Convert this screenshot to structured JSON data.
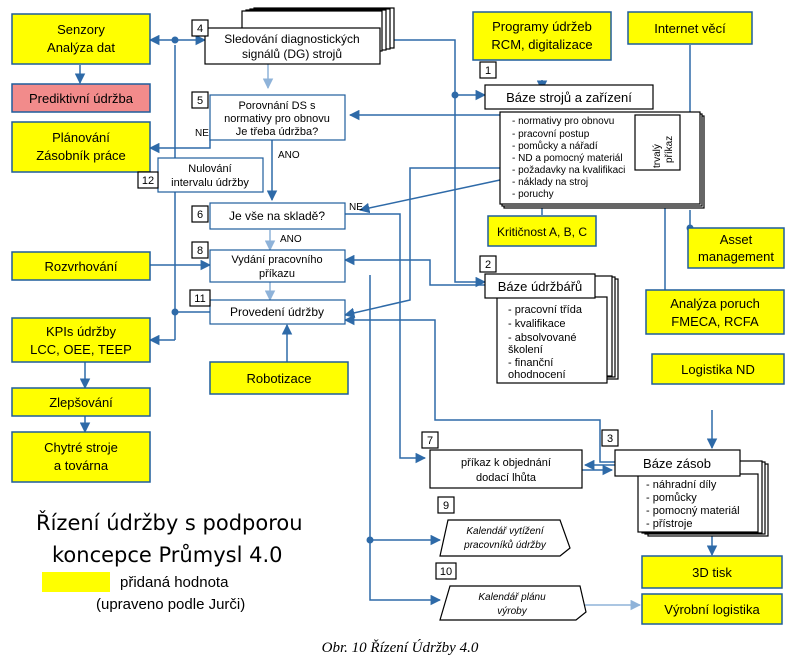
{
  "nodes": {
    "senzory": [
      "Senzory",
      "Analýza dat"
    ],
    "prediktivni": "Prediktivní údržba",
    "planovani": [
      "Plánování",
      "Zásobník práce"
    ],
    "rozvrhovani": "Rozvrhování",
    "kpis": [
      "KPIs údržby",
      "LCC, OEE, TEEP"
    ],
    "zlepsovani": "Zlepšování",
    "chytre": [
      "Chytré stroje",
      "a továrna"
    ],
    "programy": [
      "Programy údržeb",
      "RCM, digitalizace"
    ],
    "internet": "Internet věcí",
    "sledovani": [
      "Sledování diagnostických",
      "signálů (DG) strojů"
    ],
    "porovnani": [
      "Porovnání DS s",
      "normativy pro obnovu",
      "Je třeba údržba?"
    ],
    "nulovani": [
      "Nulování",
      "intervalu údržby"
    ],
    "je_vse": "Je vše na skladě?",
    "vydani": [
      "Vydání pracovního",
      "příkazu"
    ],
    "provedeni": "Provedení údržby",
    "robotizace": "Robotizace",
    "baze_stroju": "Báze strojů a zařízení",
    "baze_stroju_items": [
      "- normativy pro obnovu",
      "- pracovní postup",
      "- pomůcky a nářadí",
      "- ND a pomocný materiál",
      "- požadavky na kvalifikaci",
      "- náklady na stroj",
      "- poruchy"
    ],
    "trvaly_prikaz": [
      "trvalý",
      "příkaz"
    ],
    "kriticnost": "Kritičnost A, B, C",
    "asset": [
      "Asset",
      "management"
    ],
    "analyza": [
      "Analýza poruch",
      "FMECA, RCFA"
    ],
    "baze_udrzbaru": "Báze údržbářů",
    "baze_udrzbaru_items": [
      "- pracovní třída",
      "- kvalifikace",
      "- absolvované",
      "  školení",
      "- finanční",
      "  ohodnocení"
    ],
    "logistika": "Logistika ND",
    "prikaz_objednani": [
      "příkaz k objednání",
      "dodací lhůta"
    ],
    "baze_zasob": "Báze zásob",
    "baze_zasob_items": [
      "- náhradní díly",
      "- pomůcky",
      "- pomocný materiál",
      "- přístroje"
    ],
    "kalendar_udrzby": [
      "Kalendář vytížení",
      "pracovníků údržby"
    ],
    "kalendar_vyroby": [
      "Kalendář plánu",
      "výroby"
    ],
    "tisk3d": "3D tisk",
    "vyrobni": "Výrobní logistika"
  },
  "numbers": [
    "1",
    "2",
    "3",
    "4",
    "5",
    "6",
    "7",
    "8",
    "9",
    "10",
    "11",
    "12"
  ],
  "edge_labels": {
    "ne1": "NE",
    "ano1": "ANO",
    "ne2": "NE",
    "ano2": "ANO"
  },
  "title": [
    "Řízení údržby s podporou",
    "koncepce Průmysl 4.0"
  ],
  "legend": [
    "přidaná hodnota",
    "(upraveno podle Jurči)"
  ],
  "caption": "Obr. 10 Řízení Údržby 4.0",
  "colors": {
    "highlight": "#ffff00",
    "predictive": "#f28b8b",
    "line": "#2e6aa8"
  }
}
